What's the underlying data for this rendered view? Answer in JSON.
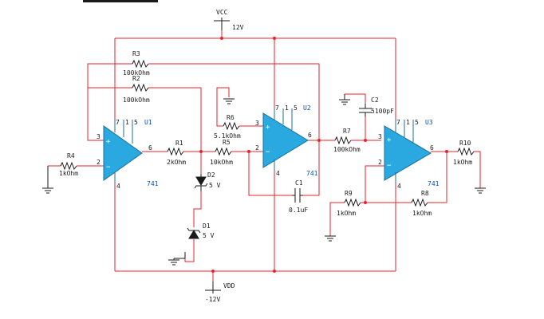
{
  "supplies": {
    "vcc_name": "VCC",
    "vcc_value": "12V",
    "vdd_name": "VDD",
    "vdd_value": "-12V"
  },
  "resistors": {
    "r1": {
      "ref": "R1",
      "value": "2kOhm"
    },
    "r2": {
      "ref": "R2",
      "value": "100kOhm"
    },
    "r3": {
      "ref": "R3",
      "value": "100kOhm"
    },
    "r4": {
      "ref": "R4",
      "value": "1kOhm"
    },
    "r5": {
      "ref": "R5",
      "value": "10kOhm"
    },
    "r6": {
      "ref": "R6",
      "value": "5.1kOhm"
    },
    "r7": {
      "ref": "R7",
      "value": "100kOhm"
    },
    "r8": {
      "ref": "R8",
      "value": "1kOhm"
    },
    "r9": {
      "ref": "R9",
      "value": "1kOhm"
    },
    "r10": {
      "ref": "R10",
      "value": "1kOhm"
    }
  },
  "capacitors": {
    "c1": {
      "ref": "C1",
      "value": "0.1uF"
    },
    "c2": {
      "ref": "C2",
      "value": "5100pF"
    }
  },
  "diodes": {
    "d1": {
      "ref": "D1",
      "value": "5 V"
    },
    "d2": {
      "ref": "D2",
      "value": "5 V"
    }
  },
  "opamps": {
    "u1": {
      "ref": "U1",
      "model": "741",
      "pins": {
        "p7": "7",
        "p1": "1",
        "p5": "5",
        "p3": "3",
        "p2": "2",
        "p6": "6",
        "p4": "4"
      }
    },
    "u2": {
      "ref": "U2",
      "model": "741",
      "pins": {
        "p7": "7",
        "p1": "1",
        "p5": "5",
        "p3": "3",
        "p2": "2",
        "p6": "6",
        "p4": "4"
      }
    },
    "u3": {
      "ref": "U3",
      "model": "741",
      "pins": {
        "p7": "7",
        "p1": "1",
        "p5": "5",
        "p3": "3",
        "p2": "2",
        "p6": "6",
        "p4": "4"
      }
    }
  },
  "symbols": {
    "plus": "+",
    "minus": "−"
  },
  "colors": {
    "wire": "#e8232a",
    "opamp_fill": "#2aa9e0",
    "reference_text": "#0a4fb0"
  }
}
